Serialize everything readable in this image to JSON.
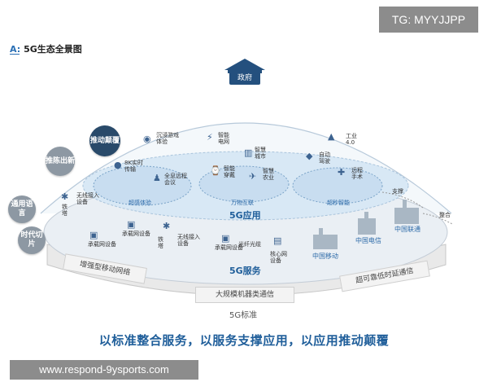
{
  "watermark_top": "TG: MYYJJPP",
  "watermark_bottom": "www.respond-9ysports.com",
  "figure": {
    "letter": "A:",
    "title": "5G生态全景图"
  },
  "government": "政府",
  "bubbles": {
    "drive_disrupt": "推动颠覆",
    "innovate": "推陈出新",
    "general_language": "通用语言",
    "era_slice": "时代切片"
  },
  "applications": {
    "vr_game": "沉浸游戏体验",
    "smart_grid": "智能电网",
    "industry": "工业4.0",
    "video_8k": "8K实时传输",
    "smart_city": "智慧城市",
    "auto_drive": "自动驾驶",
    "telepresence": "全息远程会议",
    "wearable": "智能穿戴",
    "agriculture": "智慧农业",
    "remote_surgery": "远程手术",
    "support": "支撑",
    "integrate": "整合"
  },
  "ovals": {
    "ultra_experience": "超感体验",
    "iot": "万物互联",
    "ultra_intelligence": "超秒智能"
  },
  "layer_app": "5G应用",
  "layer_service": "5G服务",
  "layer_standard": "5G标准",
  "services": {
    "tower1": "铁塔",
    "wireless1": "无线接入设备",
    "bearer1": "承载网设备",
    "bearer2": "承载网设备",
    "tower2": "铁塔",
    "wireless2": "无线接入设备",
    "bearer3": "承载网设备",
    "fiber": "光纤光缆",
    "core": "核心网设备"
  },
  "operators": {
    "telecom": "中国电信",
    "unicom": "中国联通",
    "mobile": "中国移动"
  },
  "bands": {
    "embb": "增强型移动网络",
    "mmtc": "大规模机器类通信",
    "urllc": "超可靠低时延通信"
  },
  "slogan": "以标准整合服务，以服务支撑应用，以应用推动颠覆",
  "colors": {
    "accent_blue": "#1f5e9a",
    "dark_bubble": "#294a6a",
    "gray_bubble": "#8d98a3"
  }
}
